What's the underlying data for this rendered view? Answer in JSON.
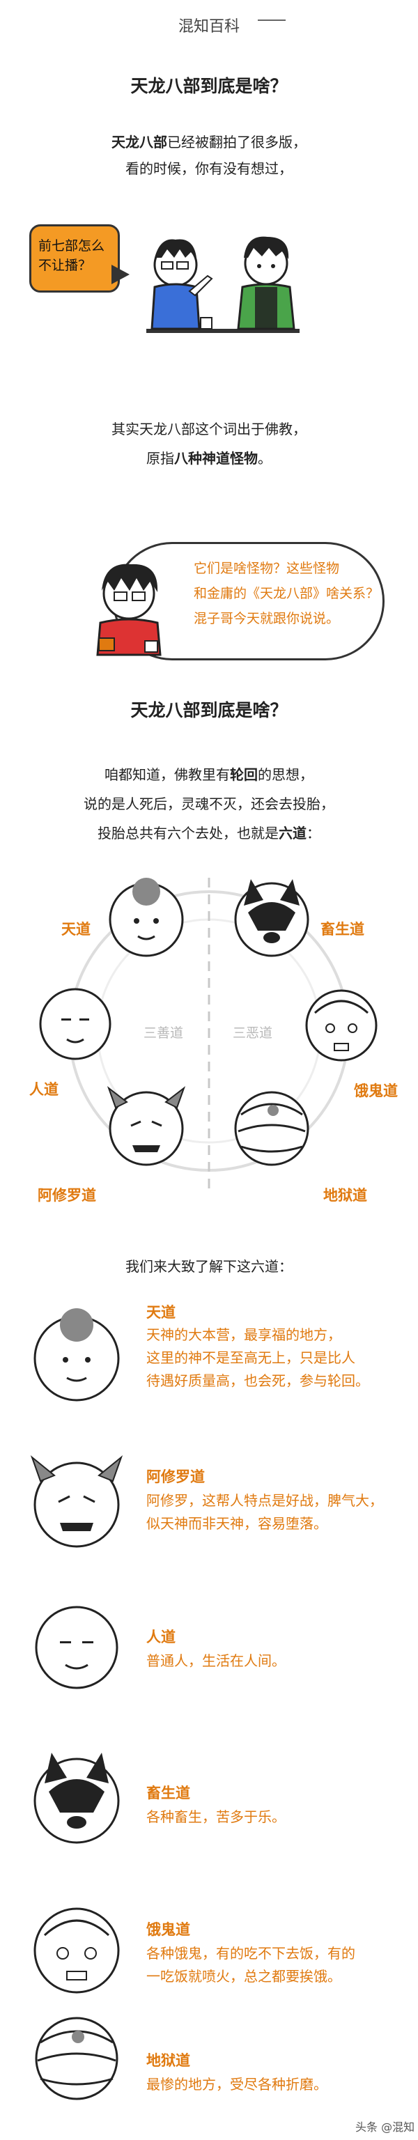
{
  "header": {
    "series": "混知百科",
    "title": "天龙八部到底是啥？"
  },
  "intro": {
    "line1_bold": "天龙八部",
    "line1_rest": "已经被翻拍了很多版，",
    "line2": "看的时候，你有没有想过，",
    "bubble_line1": "前七部怎么",
    "bubble_line2": "不让播？"
  },
  "origin": {
    "line1": "其实天龙八部这个词出于佛教，",
    "line2_prefix": "原指",
    "line2_bold": "八种神道怪物",
    "line2_suffix": "。"
  },
  "host_speech": {
    "line1": "它们是啥怪物？这些怪物",
    "line2": "和金庸的《天龙八部》啥关系？",
    "line3": "混子哥今天就跟你说说。"
  },
  "section2": {
    "title": "天龙八部到底是啥？",
    "line1_prefix": "咱都知道，佛教里有",
    "line1_bold": "轮回",
    "line1_suffix": "的思想，",
    "line2": "说的是人死后，灵魂不灭，还会去投胎，",
    "line3_prefix": "投胎总共有六个去处，也就是",
    "line3_bold": "六道",
    "line3_suffix": "："
  },
  "six_realms": {
    "good_label": "三善道",
    "evil_label": "三恶道",
    "tian": "天道",
    "ren": "人道",
    "axiuluo": "阿修罗道",
    "chusheng": "畜生道",
    "egui": "饿鬼道",
    "diyu": "地狱道"
  },
  "overview": {
    "intro": "我们来大致了解下这六道："
  },
  "realm_list": [
    {
      "title": "天道",
      "desc": [
        "天神的大本营，最享福的地方，",
        "这里的神不是至高无上，只是比人",
        "待遇好质量高，也会死，参与轮回。"
      ]
    },
    {
      "title": "阿修罗道",
      "desc": [
        "阿修罗，这帮人特点是好战，脾气大，",
        "似天神而非天神，容易堕落。"
      ]
    },
    {
      "title": "人道",
      "desc": [
        "普通人，生活在人间。"
      ]
    },
    {
      "title": "畜生道",
      "desc": [
        "各种畜生，苦多于乐。"
      ]
    },
    {
      "title": "饿鬼道",
      "desc": [
        "各种饿鬼，有的吃不下去饭，有的",
        "一吃饭就喷火，总之都要挨饿。"
      ]
    },
    {
      "title": "地狱道",
      "desc": [
        "最惨的地方，受尽各种折磨。"
      ]
    }
  ],
  "footer": {
    "watermark": "头条 @混知"
  },
  "colors": {
    "accent": "#e07a10",
    "bubble": "#f49a24"
  }
}
